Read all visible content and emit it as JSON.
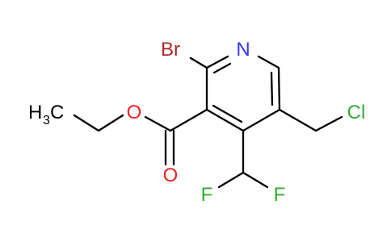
{
  "molecule": {
    "atoms": {
      "nitrogen": "N",
      "bromine": "Br",
      "chlorine": "Cl",
      "fluorine_left": "F",
      "fluorine_right": "F",
      "ester_oxygen": "O",
      "carbonyl_oxygen": "O",
      "methyl_h": "H",
      "methyl_h_count": "3",
      "methyl_c": "C"
    },
    "colors": {
      "bond": "#000000",
      "nitrogen": "#3333ff",
      "bromine": "#a52a2a",
      "chlorine": "#33aa33",
      "fluorine": "#33aa33",
      "oxygen": "#ee2222",
      "carbon": "#000000"
    }
  }
}
